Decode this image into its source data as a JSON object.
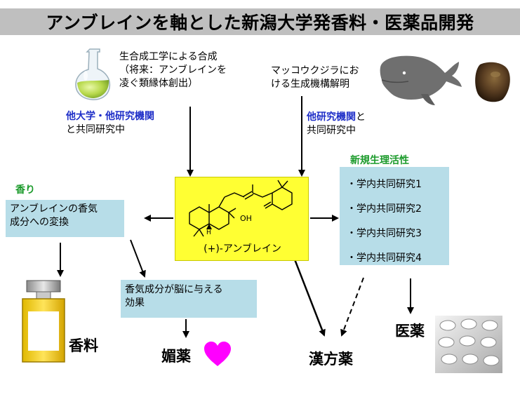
{
  "title": "アンブレインを軸とした新潟大学発香料・医薬品開発",
  "synthesis": {
    "lines": [
      "生合成工学による合成",
      "（将来：アンブレインを",
      "凌ぐ類縁体創出）"
    ],
    "collab_org": "他大学・他研究機関",
    "collab_text": "と共同研究中"
  },
  "whale": {
    "lines": [
      "マッコウクジラにお",
      "ける生成機構解明"
    ],
    "collab_org": "他研究機関",
    "collab_suffix": "と",
    "collab_text": "共同研究中"
  },
  "center": {
    "compound_label": "(+)-アンブレイン",
    "oh_label": "OH",
    "h_label": "H"
  },
  "fragrance": {
    "heading": "香り",
    "box_lines": [
      "アンブレインの香気",
      "成分への変換"
    ]
  },
  "physiology": {
    "heading": "新規生理活性",
    "items": [
      "・学内共同研究1",
      "・学内共同研究2",
      "・学内共同研究3",
      "・学内共同研究4"
    ]
  },
  "brain_box": {
    "lines": [
      "香気成分が脳に与える",
      "効果"
    ]
  },
  "outcomes": {
    "perfume": "香料",
    "aphrodisiac": "媚薬",
    "kampo": "漢方薬",
    "medicine": "医薬"
  },
  "colors": {
    "title_bar": "#bfbfbf",
    "box_fill": "#b7dde8",
    "center_fill": "#ffff33",
    "heart": "#ff00ff",
    "blue_text": "#1f2fc8",
    "green_text": "#1a9a2a"
  }
}
